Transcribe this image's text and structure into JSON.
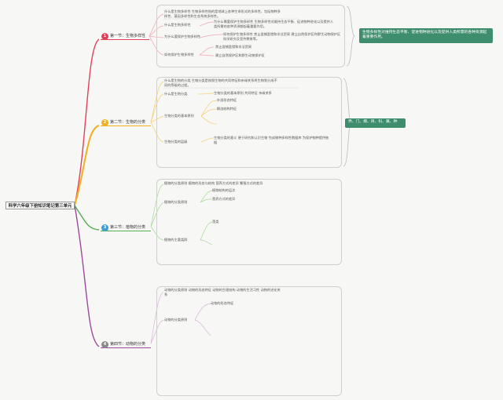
{
  "root": {
    "label": "科学六年级下册知识笔记第三单元"
  },
  "sections": [
    {
      "number": "1",
      "label": "第一节：生物多样性",
      "color": "#e0405a",
      "items": [
        "什么是生物多样性 生物多样性指的是地球上各种生命形式的多样性，包括物种多",
        "样性、基因多样性和生态系统多样性。",
        "什么是生物多样性",
        "为什么需要保护生物多样性 生物多样性对维持生态平衡、促进物种进化以及提供人",
        "类所需的各种资源都起着重要作用。",
        "为什么要保护生物多样性",
        "如何保护生物多样性 禁止滥捕滥猎和非法贸易 建立自然保护区和野生动物保护区",
        "科学研究及宣传教育等。",
        "如何保护生物多样性",
        "禁止滥捕滥猎和非法贸易",
        "建立自然保护区和野生动物保护区"
      ],
      "callout": "生物多样性对维持生态平衡、促进物种进化以及提供人类所需的各种资源起着重要作用。",
      "callout_color": "#3e8e6e"
    },
    {
      "number": "2",
      "label": "第二节：生物的分类",
      "color": "#f0b020",
      "items": [
        "什么是生物的分类 生物分类是按照生物的共同特征和亲缘关系将生物划分成不",
        "同的等级的过程。",
        "什么是生物分类",
        "生物分类的基本原则 共同特征 亲缘关系",
        "生物分类的基本原则",
        "外部形态特征",
        "解剖结构特征",
        "生物分类的层级",
        "生物分类的意义 便于研究和认识生物 完成物种多样性数据库 为保护物种提供依",
        "据"
      ],
      "callout": "界、门、纲、目、科、属、种",
      "callout_color": "#3e8e6e"
    },
    {
      "number": "3",
      "label": "第三节：植物的分类",
      "color": "#3a9fd6",
      "items": [
        "植物的分类原则 植物的形态与结构 营养方式的差异 繁殖方式的差异",
        "植物的分类原则",
        "植物结构的层次",
        "营养方式的差异",
        "植物的主要类群",
        "藻类"
      ]
    },
    {
      "number": "4",
      "label": "第四节：动物的分类",
      "color": "#8a8a8a",
      "items": [
        "动物的分类原则 动物的形态特征 动物的生理结构 动物的生活习性 动物的进化关",
        "系",
        "动物的形态特征",
        "动物的分类原则"
      ]
    }
  ]
}
